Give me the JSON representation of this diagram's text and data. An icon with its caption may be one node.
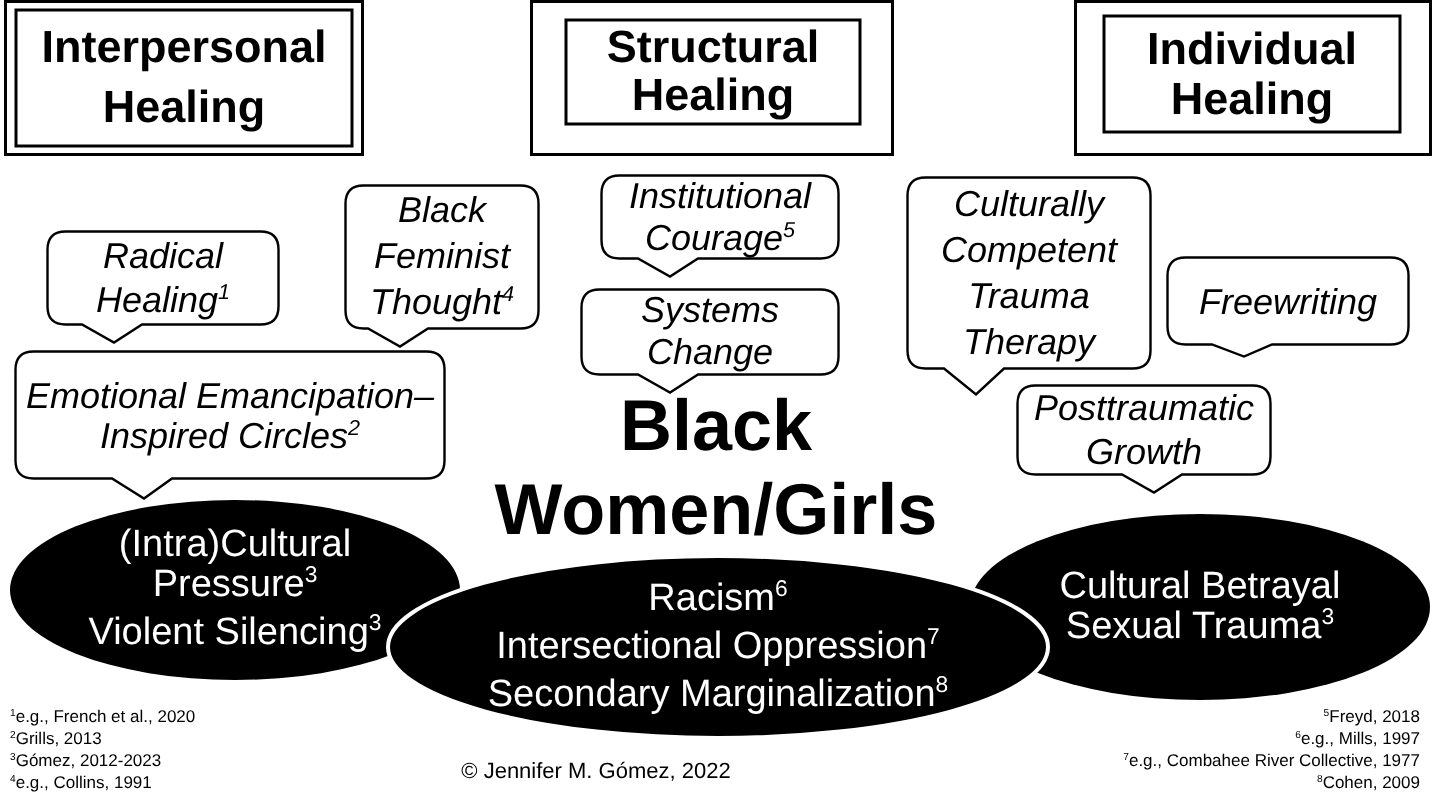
{
  "diagram": {
    "nodes": [
      {
        "text": [
          "Interpersonal Healing"
        ]
      },
      {
        "text": [
          "Structural Healing"
        ]
      },
      {
        "text": [
          "Individual Healing"
        ]
      },
      {
        "text": [
          "Black Feminist Thought$^{4}$"
        ]
      },
      {
        "text": [
          "Institutional Courage$^{5}$"
        ]
      },
      {
        "text": [
          "Culturally Competent Trauma Therapy"
        ]
      },
      {
        "text": [
          "Radical Healing$^{1}$"
        ]
      },
      {
        "text": [
          "Freewriting"
        ]
      },
      {
        "text": [
          "Systems Change"
        ]
      },
      {
        "text": [
          "Emotional Emancipation–Inspired Circles$^{2}$"
        ]
      },
      {
        "text": [
          "Posttraumatic Growth"
        ]
      },
      {
        "text": [
          "(Intra)Cultural Pressure$^{3}$",
          "Violent Silencing$^{3}$"
        ]
      },
      {
        "text": [
          "Racism$^{6}$",
          "Intersectional Oppression$^{7}$",
          "Secondary Marginalization$^{8}$"
        ]
      },
      {
        "text": [
          "Cultural Betrayal Sexual Trauma$^{3}$"
        ]
      }
    ],
    "labels": [
      "Black Women/Girls",
      "$^{1}$e.g., French et al., 2020",
      "$^{2}$Grills, 2013",
      "$^{3}$Gómez, 2012-2023",
      "$^{4}$e.g., Collins, 1991",
      "$^{5}$Freyd, 2018",
      "$^{6}$e.g., Mills, 1997",
      "$^{7}$e.g., Combahee River Collective, 1977",
      "$^{8}$Cohen, 2009",
      "© Jennifer M. Gómez, 2022"
    ]
  }
}
